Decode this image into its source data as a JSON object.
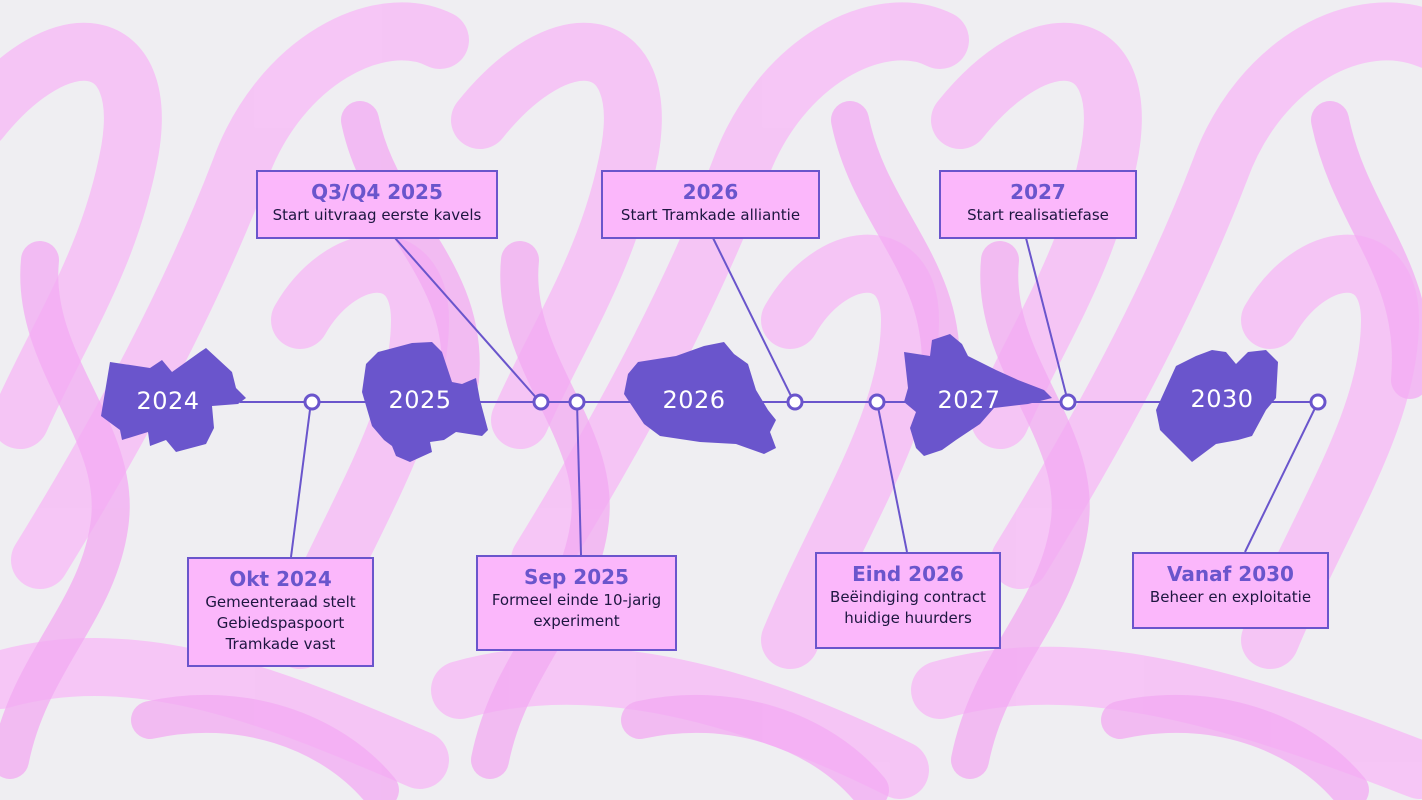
{
  "colors": {
    "background": "#efeef2",
    "brush": "#f7c6f7",
    "brush_strong": "#f4aef4",
    "accent": "#6a55cc",
    "box_fill": "#fbb7fb",
    "text_dark": "#1d1640"
  },
  "years": [
    {
      "label": "2024"
    },
    {
      "label": "2025"
    },
    {
      "label": "2026"
    },
    {
      "label": "2027"
    },
    {
      "label": "2030"
    }
  ],
  "milestones_top": [
    {
      "date": "Q3/Q4 2025",
      "description": "Start uitvraag eerste kavels"
    },
    {
      "date": "2026",
      "description": "Start Tramkade alliantie"
    },
    {
      "date": "2027",
      "description": "Start realisatiefase"
    }
  ],
  "milestones_bottom": [
    {
      "date": "Okt 2024",
      "description": "Gemeenteraad stelt\nGebiedspaspoort\nTramkade vast"
    },
    {
      "date": "Sep 2025",
      "description": "Formeel einde 10-jarig\nexperiment"
    },
    {
      "date": "Eind 2026",
      "description": "Beëindiging contract\nhuidige huurders"
    },
    {
      "date": "Vanaf 2030",
      "description": "Beheer en exploitatie"
    }
  ]
}
